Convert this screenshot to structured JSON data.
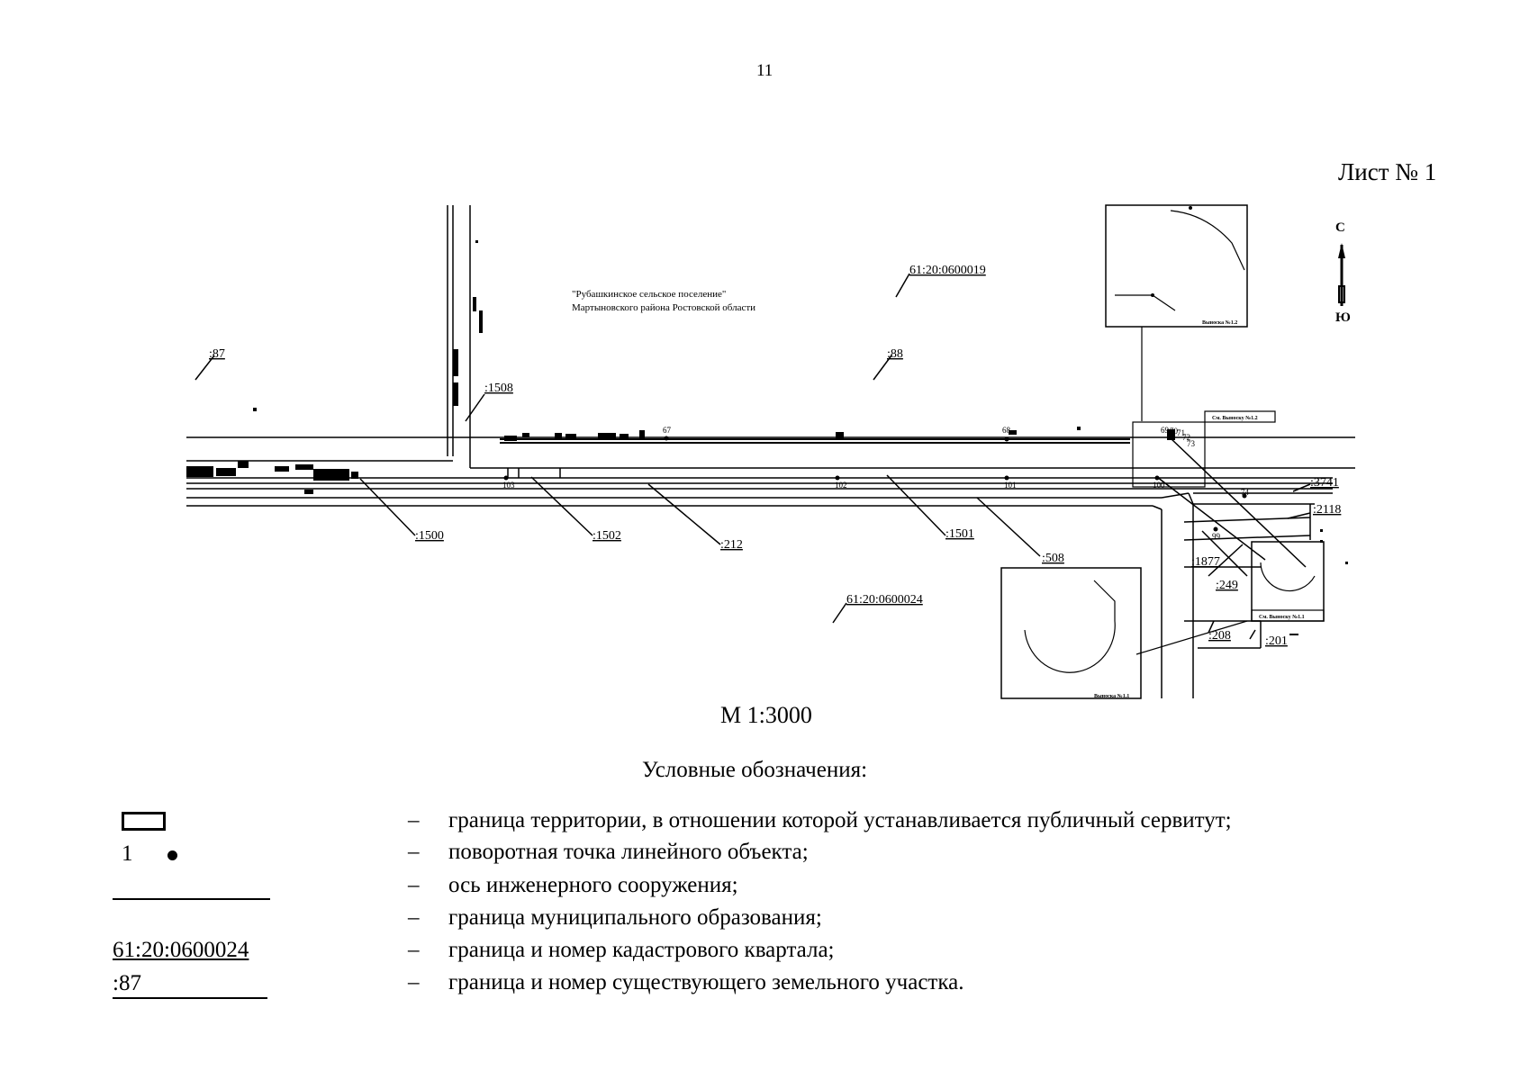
{
  "page_number": "11",
  "sheet_label": "Лист № 1",
  "scale": "М 1:3000",
  "compass": {
    "north": "С",
    "south": "Ю"
  },
  "map": {
    "municipality_label": [
      "\"Рубашкинское сельское поселение\"",
      "Мартыновского района Ростовской области"
    ],
    "cadastral_quarters": [
      "61:20:0600019",
      "61:20:0600024"
    ],
    "plots": [
      ":87",
      ":88",
      ":1508",
      ":1500",
      ":1502",
      ":212",
      ":1501",
      ":508",
      ":3741",
      ":2118",
      ":1877",
      ":249",
      ":208",
      ":201"
    ],
    "points": [
      "67",
      "68",
      "69",
      "70",
      "71",
      "72",
      "73",
      "74",
      "99",
      "100",
      "101",
      "102",
      "103"
    ],
    "inset_labels": [
      "Выноска №1.1",
      "Выноска №1.2"
    ],
    "see_inset_labels": [
      "См. Выноску №1.2",
      "См. Выноску №1.1"
    ]
  },
  "legend": {
    "title": "Условные обозначения:",
    "items": [
      {
        "symbol": "rect",
        "dash": "–",
        "text": "граница территории, в отношении которой устанавливается публичный сервитут;"
      },
      {
        "symbol": "point",
        "symbol_label": "1",
        "dash": "–",
        "text": "поворотная точка линейного объекта;"
      },
      {
        "symbol": "line",
        "dash": "–",
        "text": "ось инженерного сооружения;"
      },
      {
        "symbol": "line",
        "dash": "–",
        "text": "граница муниципального образования;"
      },
      {
        "symbol": "cadastral",
        "symbol_label": "61:20:0600024",
        "dash": "–",
        "text": "граница и номер кадастрового квартала;"
      },
      {
        "symbol": "plot",
        "symbol_label": ":87",
        "dash": "–",
        "text": "граница и номер существующего земельного участка."
      }
    ]
  }
}
